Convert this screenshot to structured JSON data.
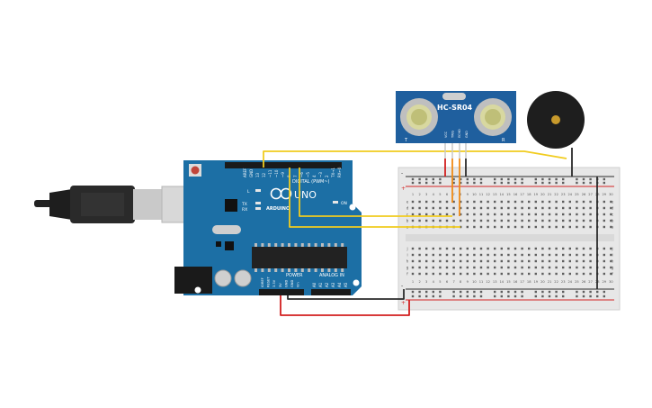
{
  "arduino": {
    "model": "UNO",
    "brand": "ARDUINO",
    "header_digital": "DIGITAL (PWM~)",
    "header_power": "POWER",
    "header_analog": "ANALOG IN",
    "led_l": "L",
    "led_tx": "TX",
    "led_rx": "RX",
    "led_on": "ON",
    "pin_aref": "AREF",
    "pin_gnd": "GND",
    "digital_pins": [
      "13",
      "12",
      "~11",
      "~10",
      "~9",
      "8",
      "7",
      "~6",
      "~5",
      "4",
      "~3",
      "2",
      "TX→1",
      "RX←0"
    ],
    "power_pins": [
      "IOREF",
      "RESET",
      "3.3V",
      "5V",
      "GND",
      "GND",
      "Vin"
    ],
    "analog_pins": [
      "A0",
      "A1",
      "A2",
      "A3",
      "A4",
      "A5"
    ]
  },
  "sensor": {
    "label": "HC-SR04",
    "pins": [
      "VCC",
      "TRIG",
      "ECHO",
      "GND"
    ],
    "mark_t": "T",
    "mark_r": "R"
  },
  "breadboard": {
    "rail_plus": "+",
    "rail_minus": "-",
    "column_numbers": [
      "1",
      "2",
      "3",
      "4",
      "5",
      "6",
      "7",
      "8",
      "9",
      "10",
      "11",
      "12",
      "13",
      "14",
      "15",
      "16",
      "17",
      "18",
      "19",
      "20",
      "21",
      "22",
      "23",
      "24",
      "25",
      "26",
      "27",
      "28",
      "29",
      "30"
    ],
    "row_letters_top": [
      "a",
      "b",
      "c",
      "d",
      "e"
    ],
    "row_letters_bottom": [
      "f",
      "g",
      "h",
      "i",
      "j"
    ]
  },
  "colors": {
    "board": "#1c6fa5",
    "sensor_board": "#1f5f9e",
    "wire_yellow": "#f1cc1f",
    "wire_red": "#d21f1f",
    "wire_orange": "#f08b16",
    "wire_black": "#2b2b2b",
    "rail_red": "#d32323",
    "rail_blue": "#2b2b2b"
  }
}
